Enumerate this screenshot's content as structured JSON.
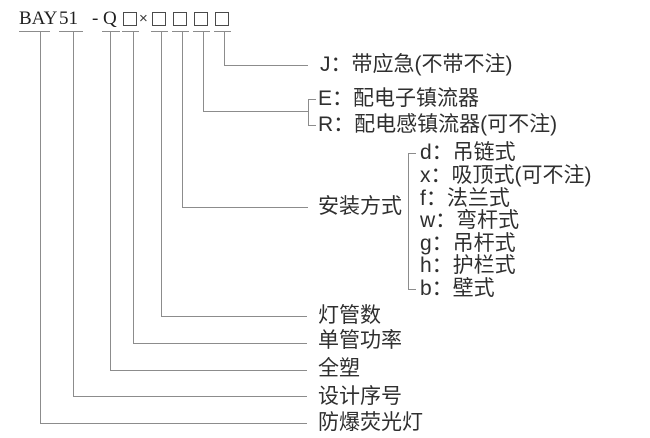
{
  "model_code": {
    "series": "BAY",
    "design_no": "51",
    "dash": "-",
    "plastic_code": "Q",
    "multiply_sign": "×"
  },
  "right_labels": {
    "emergency": "J：带应急(不带不注)",
    "electronic_ballast": "E：配电子镇流器",
    "inductive_ballast": "R：配电感镇流器(可不注)",
    "mounting_title": "安装方式"
  },
  "mounting_options": [
    "d：吊链式",
    "x：吸顶式(可不注)",
    "f：法兰式",
    "w：弯杆式",
    "g：吊杆式",
    "h：护栏式",
    "b：壁式"
  ],
  "bottom_labels": {
    "tube_count": "灯管数",
    "tube_power": "单管功率",
    "all_plastic": "全塑",
    "design_serial": "设计序号",
    "product_name": "防爆荧光灯"
  },
  "colors": {
    "line": "#8c8c8c",
    "label_text": "#2f2f2f",
    "code_text": "#1f1f1f",
    "box_border": "#4a4a4a",
    "background": "#ffffff"
  }
}
